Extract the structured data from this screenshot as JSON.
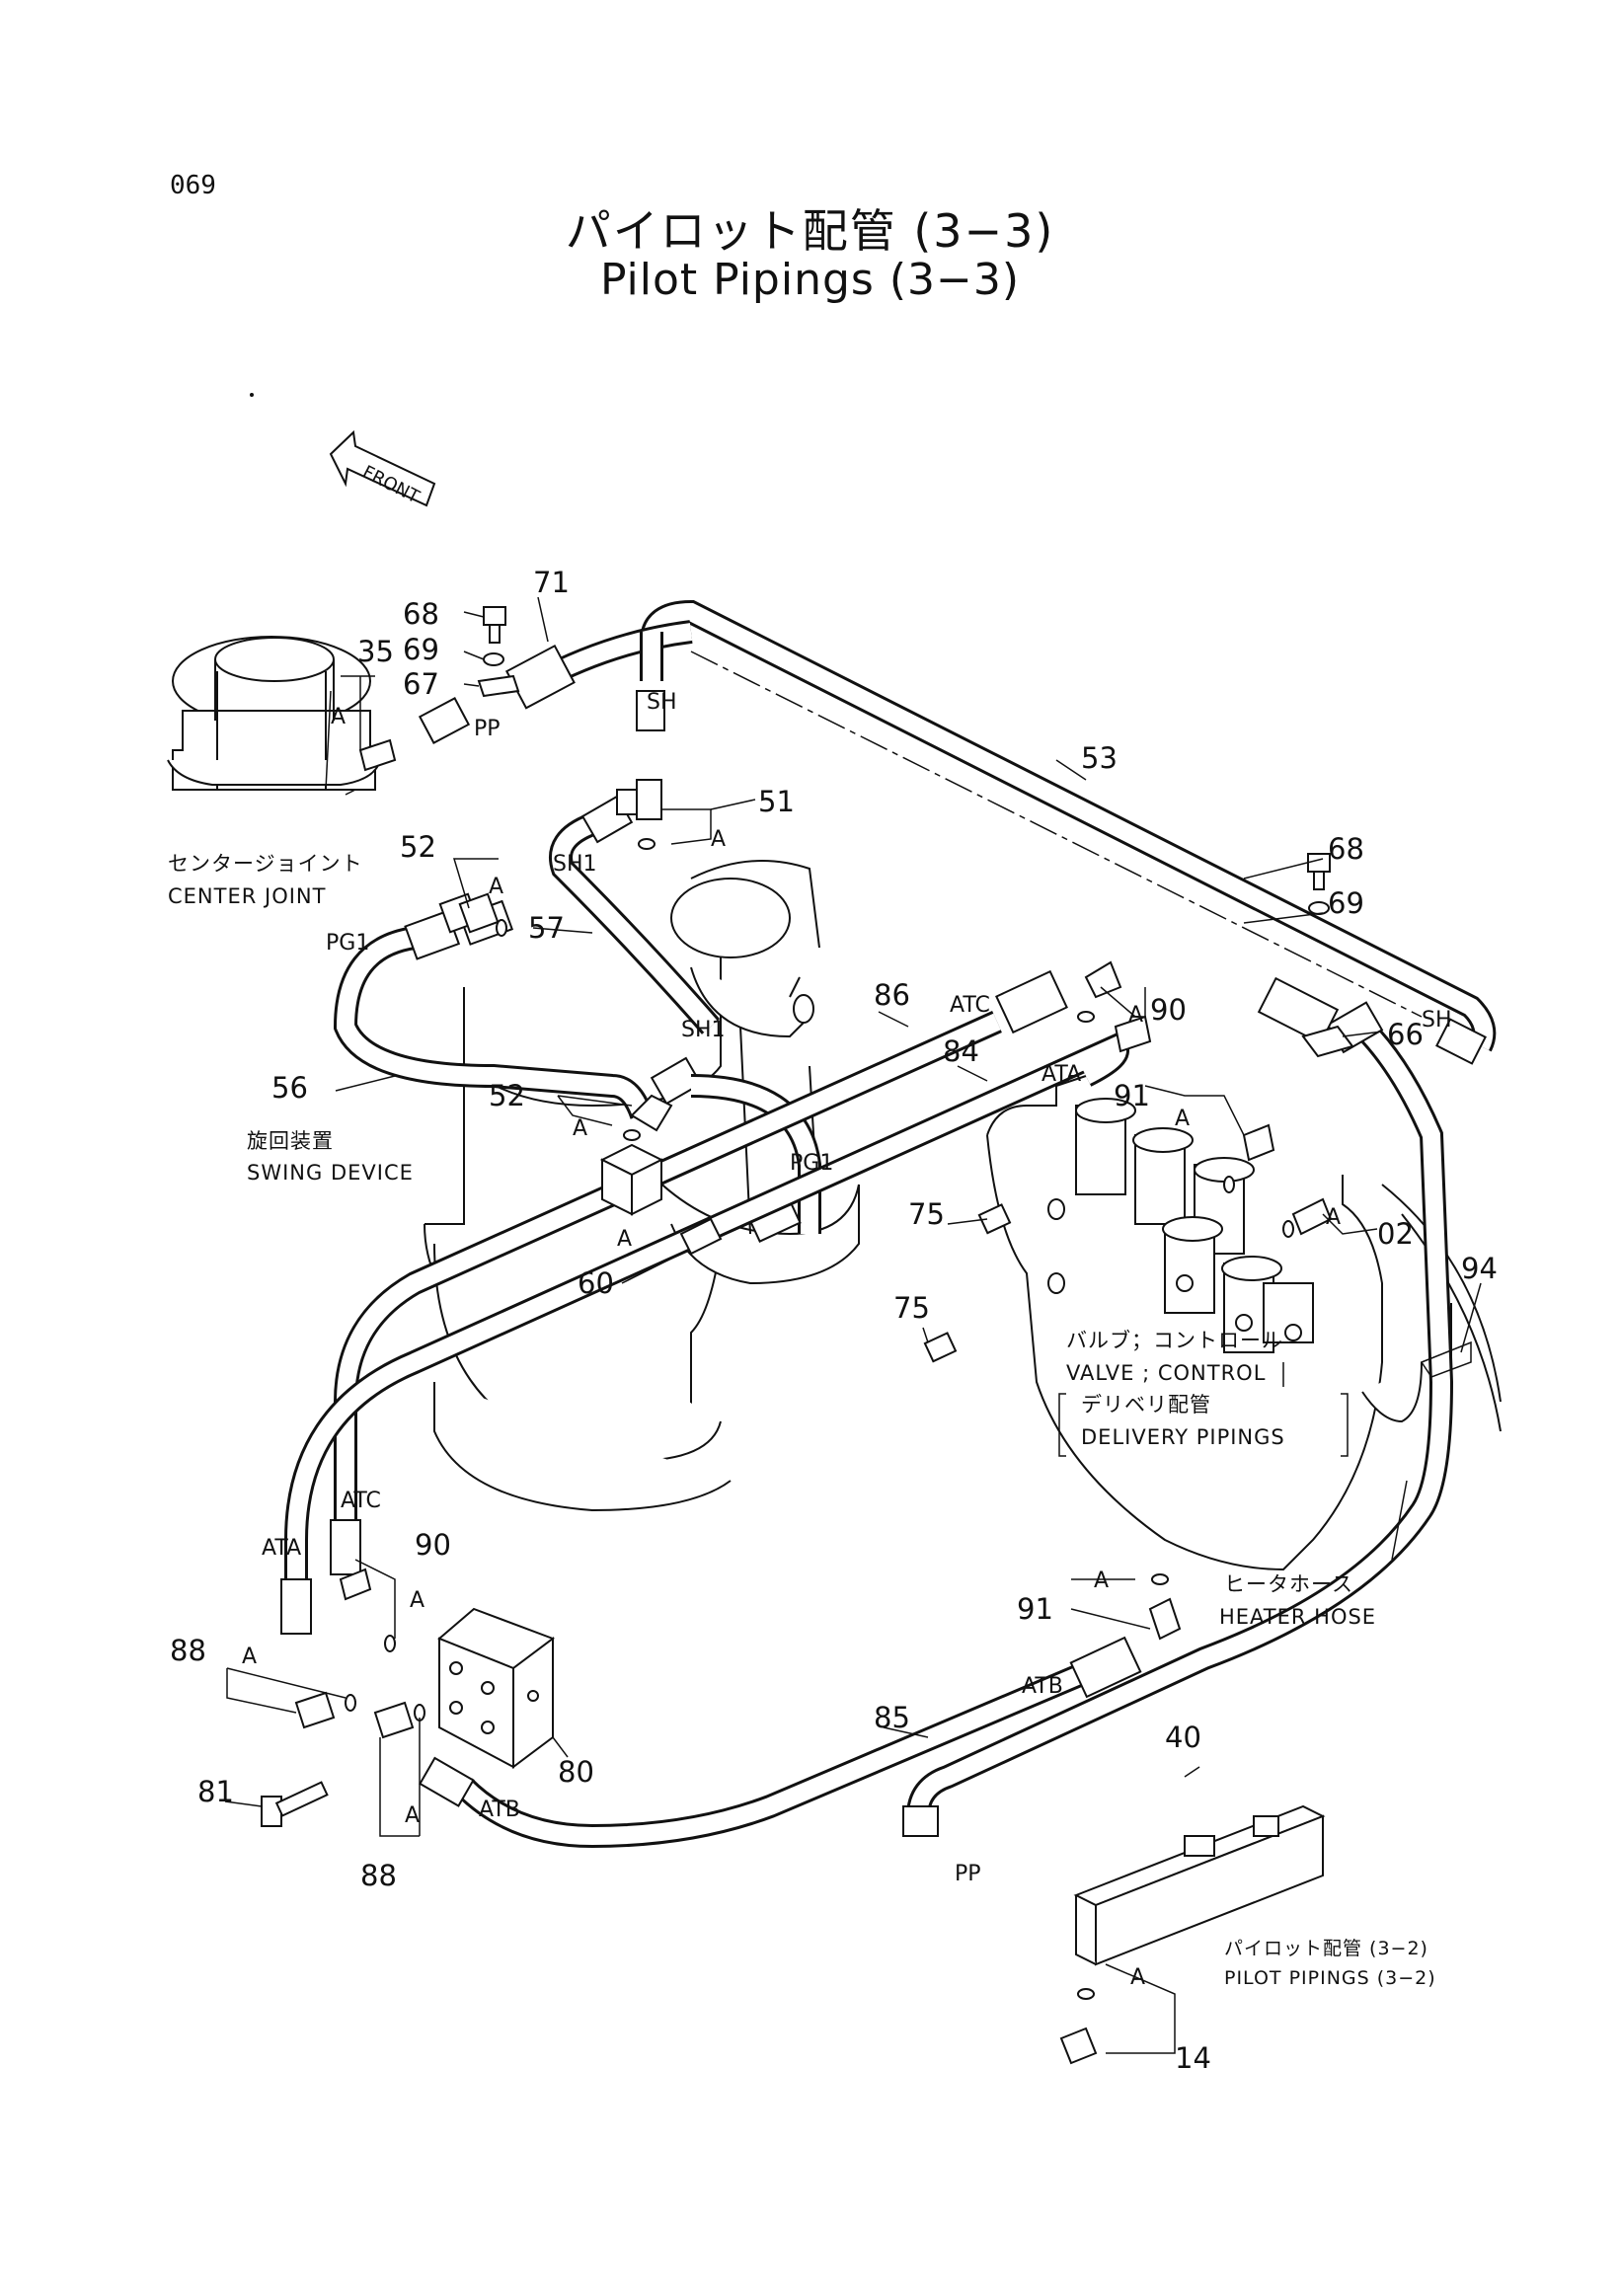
{
  "page": {
    "number": "069",
    "title_jp": "パイロット配管 (3−3)",
    "title_en": "Pilot Pipings (3−3)"
  },
  "labels": {
    "front": "FRONT",
    "center_joint_jp": "センタージョイント",
    "center_joint_en": "CENTER JOINT",
    "swing_device_jp": "旋回装置",
    "swing_device_en": "SWING DEVICE",
    "valve_control_jp": "バルブ；コントロール",
    "valve_control_en": "VALVE ; CONTROL",
    "delivery_pipings_jp": "デリベリ配管",
    "delivery_pipings_en": "DELIVERY PIPINGS",
    "heater_hose_jp": "ヒータホース",
    "heater_hose_en": "HEATER HOSE",
    "pilot_pipings_32_jp": "パイロット配管 (3−2)",
    "pilot_pipings_32_en": "PILOT PIPINGS (3−2)"
  },
  "ports": {
    "pp": "PP",
    "sh": "SH",
    "sh1": "SH1",
    "pg1": "PG1",
    "atc": "ATC",
    "ata": "ATA",
    "atb": "ATB",
    "a": "A"
  },
  "part_numbers": {
    "p71": "71",
    "p68": "68",
    "p69": "69",
    "p67": "67",
    "p35": "35",
    "p51": "51",
    "p53": "53",
    "p52": "52",
    "p57": "57",
    "p56": "56",
    "p86": "86",
    "p84": "84",
    "p90": "90",
    "p91": "91",
    "p66": "66",
    "p75": "75",
    "p02": "02",
    "p60": "60",
    "p94": "94",
    "p88": "88",
    "p81": "81",
    "p80": "80",
    "p85": "85",
    "p40": "40",
    "p14": "14"
  }
}
